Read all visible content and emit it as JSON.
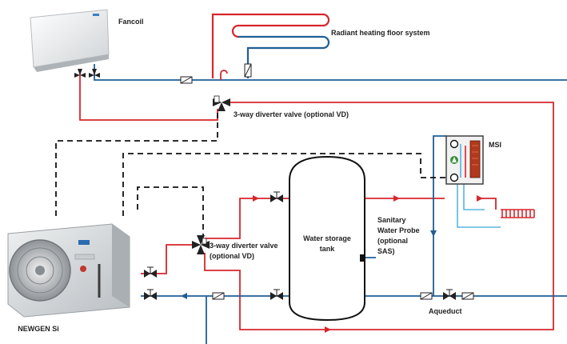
{
  "colors": {
    "hot_water": "#d7262c",
    "cold_water": "#1f5e95",
    "control_dashed": "#111111",
    "valve": "#222222",
    "light_blue": "#58b4df"
  },
  "labels": {
    "fancoil": "Fancoil",
    "radiant": "Radiant heating floor system",
    "valve_top_line": "3-way diverter valve (optional VD)",
    "msi": "MSI",
    "valve_mid_line1": "3-way diverter valve",
    "valve_mid_line2": "(optional VD)",
    "tank_line1": "Water storage",
    "tank_line2": "tank",
    "probe_line1": "Sanitary",
    "probe_line2": "Water Probe",
    "probe_line3": "(optional",
    "probe_line4": "SAS)",
    "aqueduct": "Aqueduct",
    "heat_pump": "NEWGEN Si"
  },
  "icons": [
    "fancoil-unit",
    "floor-coil",
    "three-way-valve",
    "gate-valve",
    "filter",
    "flow-arrow",
    "heat-pump-unit",
    "msi-module",
    "radiator"
  ]
}
